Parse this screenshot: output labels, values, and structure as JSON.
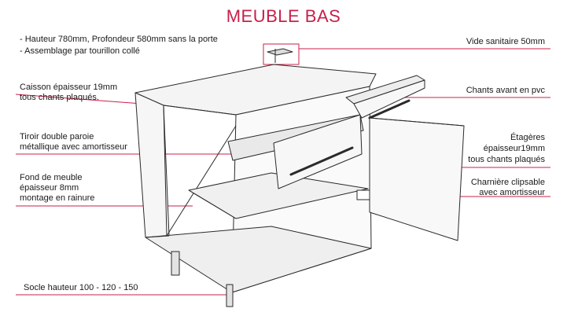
{
  "title": "MEUBLE BAS",
  "colors": {
    "accent": "#c8204a",
    "line": "#2a2a2a",
    "panel": "#f2f2f2"
  },
  "labels": {
    "specs_1": "- Hauteur 780mm, Profondeur 580mm sans la porte",
    "specs_2": "- Assemblage par tourillon collé",
    "caisson_1": "Caisson épaisseur 19mm",
    "caisson_2": "tous chants plaqués.",
    "tiroir_1": "Tiroir double paroie",
    "tiroir_2": "métallique avec amortisseur",
    "fond_1": "Fond de meuble",
    "fond_2": "épaisseur 8mm",
    "fond_3": "montage en rainure",
    "socle": "Socle hauteur 100 - 120 - 150",
    "vide": "Vide sanitaire 50mm",
    "chants": "Chants avant en pvc",
    "etageres_1": "Étagères",
    "etageres_2": "épaisseur19mm",
    "etageres_3": "tous chants plaqués",
    "charniere_1": "Charnière clipsable",
    "charniere_2": "avec amortisseur"
  }
}
